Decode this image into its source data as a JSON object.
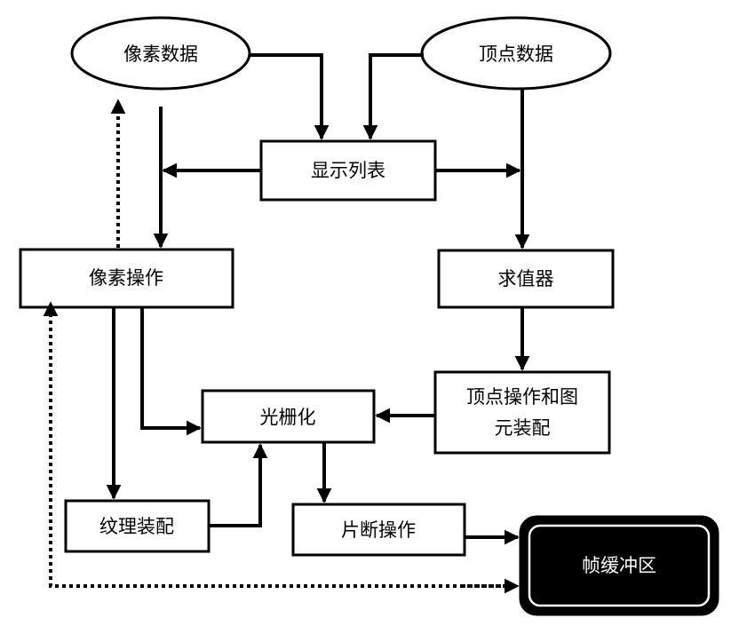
{
  "nodes": {
    "pixel_data": "像素数据",
    "vertex_data": "顶点数据",
    "display_list": "显示列表",
    "pixel_ops": "像素操作",
    "evaluator": "求值器",
    "vertex_ops_line1": "顶点操作和图",
    "vertex_ops_line2": "元装配",
    "rasterization": "光栅化",
    "texture_assembly": "纹理装配",
    "fragment_ops": "片断操作",
    "framebuffer": "帧缓冲区"
  },
  "colors": {
    "stroke": "#000000",
    "background": "#ffffff",
    "framebuffer_fill": "#000000",
    "framebuffer_text": "#ffffff"
  }
}
